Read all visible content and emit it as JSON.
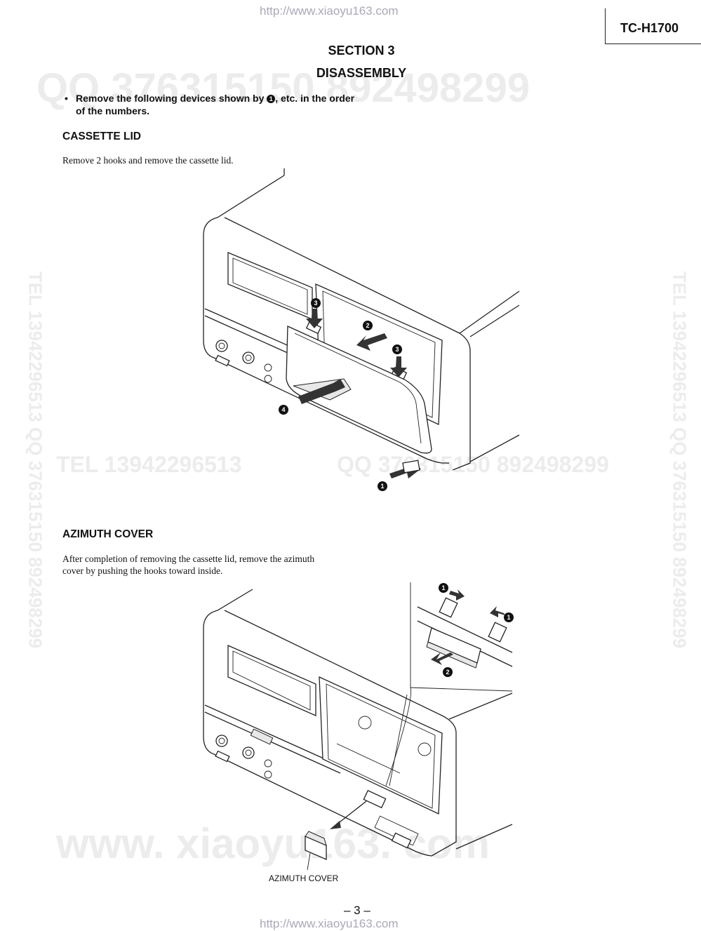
{
  "header": {
    "url_top": "http://www.xiaoyu163.com",
    "model": "TC-H1700"
  },
  "section": {
    "number": "SECTION 3",
    "title": "DISASSEMBLY"
  },
  "intro": {
    "bullet": "•",
    "text_before": "Remove the following devices shown by",
    "marker": "1",
    "text_after": ", etc. in the order of the numbers."
  },
  "cassette_lid": {
    "heading": "CASSETTE LID",
    "instruction": "Remove 2 hooks and remove the cassette lid.",
    "step_markers": [
      "1",
      "2",
      "3",
      "3",
      "4"
    ]
  },
  "azimuth_cover": {
    "heading": "AZIMUTH COVER",
    "instruction_line1": "After completion of removing the cassette lid, remove the azimuth",
    "instruction_line2": "cover by pushing the hooks toward inside.",
    "step_markers": [
      "1",
      "1",
      "2"
    ],
    "part_label": "AZIMUTH COVER"
  },
  "watermarks": {
    "qq_top": "QQ 376315150   892498299",
    "tel_mid": "TEL 13942296513",
    "qq_mid": "QQ 376315150  892498299",
    "www": "www. xiaoyu163. com",
    "side_left": "TEL 13942296513 QQ 376315150 892498299",
    "side_right": "TEL 13942296513 QQ 376315150 892498299"
  },
  "footer": {
    "page_number": "– 3 –",
    "url_bottom": "http://www.xiaoyu163.com"
  }
}
